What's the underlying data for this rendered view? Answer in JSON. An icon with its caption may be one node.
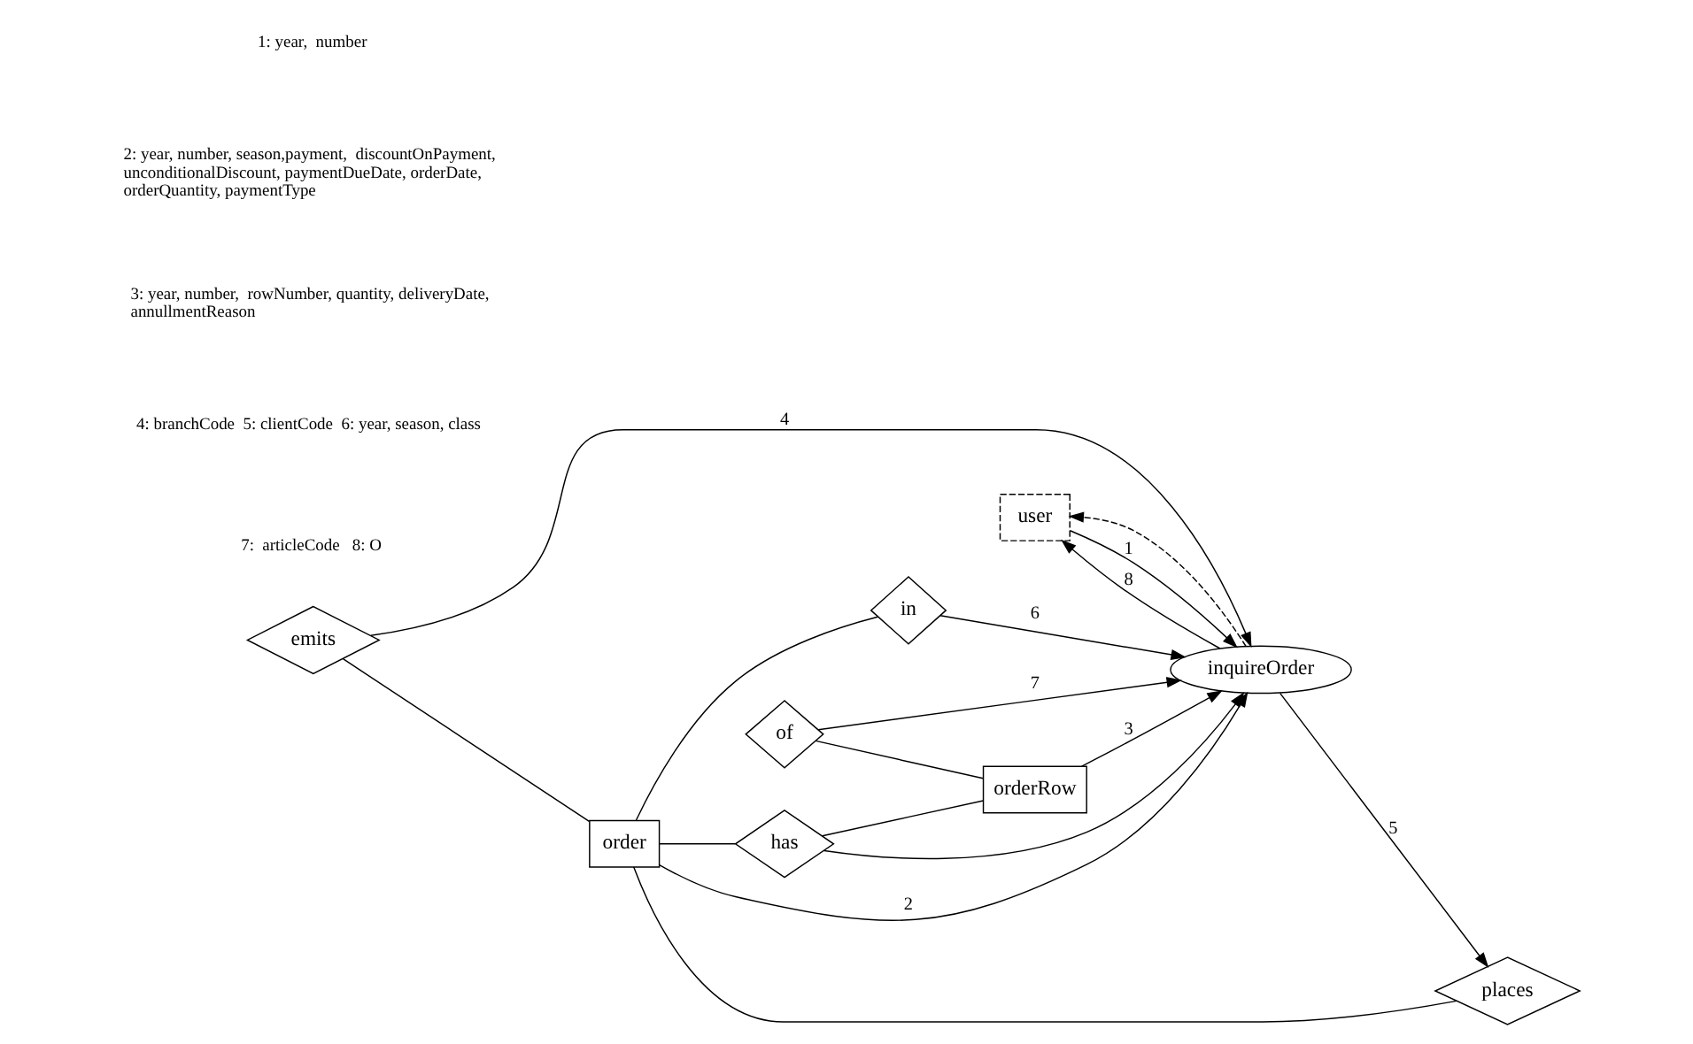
{
  "diagram": {
    "nodes": [
      {
        "text": [
          "user"
        ]
      },
      {
        "text": [
          "inquireOrder"
        ]
      },
      {
        "text": [
          "emits"
        ]
      },
      {
        "text": [
          "order"
        ]
      },
      {
        "text": [
          "places"
        ]
      },
      {
        "text": [
          "in"
        ]
      },
      {
        "text": [
          "has"
        ]
      },
      {
        "text": [
          "of"
        ]
      },
      {
        "text": [
          "orderRow"
        ]
      }
    ],
    "edges": [
      {
        "from": 0,
        "to": 1,
        "arrow": "to",
        "label": "1"
      },
      {
        "from": 1,
        "to": 0,
        "arrow": "to",
        "label": "8"
      },
      {
        "from": 1,
        "to": 0,
        "arrow": "to",
        "style": "dashed"
      },
      {
        "from": 2,
        "to": 1,
        "arrow": "to",
        "label": "4"
      },
      {
        "from": 3,
        "to": 1,
        "arrow": "to",
        "label": "2"
      },
      {
        "from": 1,
        "to": 4,
        "arrow": "to",
        "label": "5"
      },
      {
        "from": 5,
        "to": 1,
        "arrow": "to",
        "label": "6"
      },
      {
        "from": 6,
        "to": 1,
        "arrow": "to"
      },
      {
        "from": 8,
        "to": 1,
        "arrow": "to",
        "label": "3"
      },
      {
        "from": 7,
        "to": 1,
        "arrow": "to",
        "label": "7"
      },
      {
        "from": 2,
        "to": 3,
        "arrow": "none"
      },
      {
        "from": 3,
        "to": 4,
        "arrow": "none"
      },
      {
        "from": 3,
        "to": 5,
        "arrow": "none"
      },
      {
        "from": 3,
        "to": 6,
        "arrow": "none"
      },
      {
        "from": 6,
        "to": 8,
        "arrow": "none"
      },
      {
        "from": 7,
        "to": 8,
        "arrow": "none"
      }
    ],
    "labels": [
      "1: year,  number",
      "2: year, number, season,payment,  discountOnPayment, unconditionalDiscount, paymentDueDate, orderDate, orderQuantity, paymentType",
      "3: year, number,  rowNumber, quantity, deliveryDate, annullmentReason",
      "4: branchCode  5: clientCode  6: year, season, class",
      "7:  articleCode   8: O"
    ]
  }
}
